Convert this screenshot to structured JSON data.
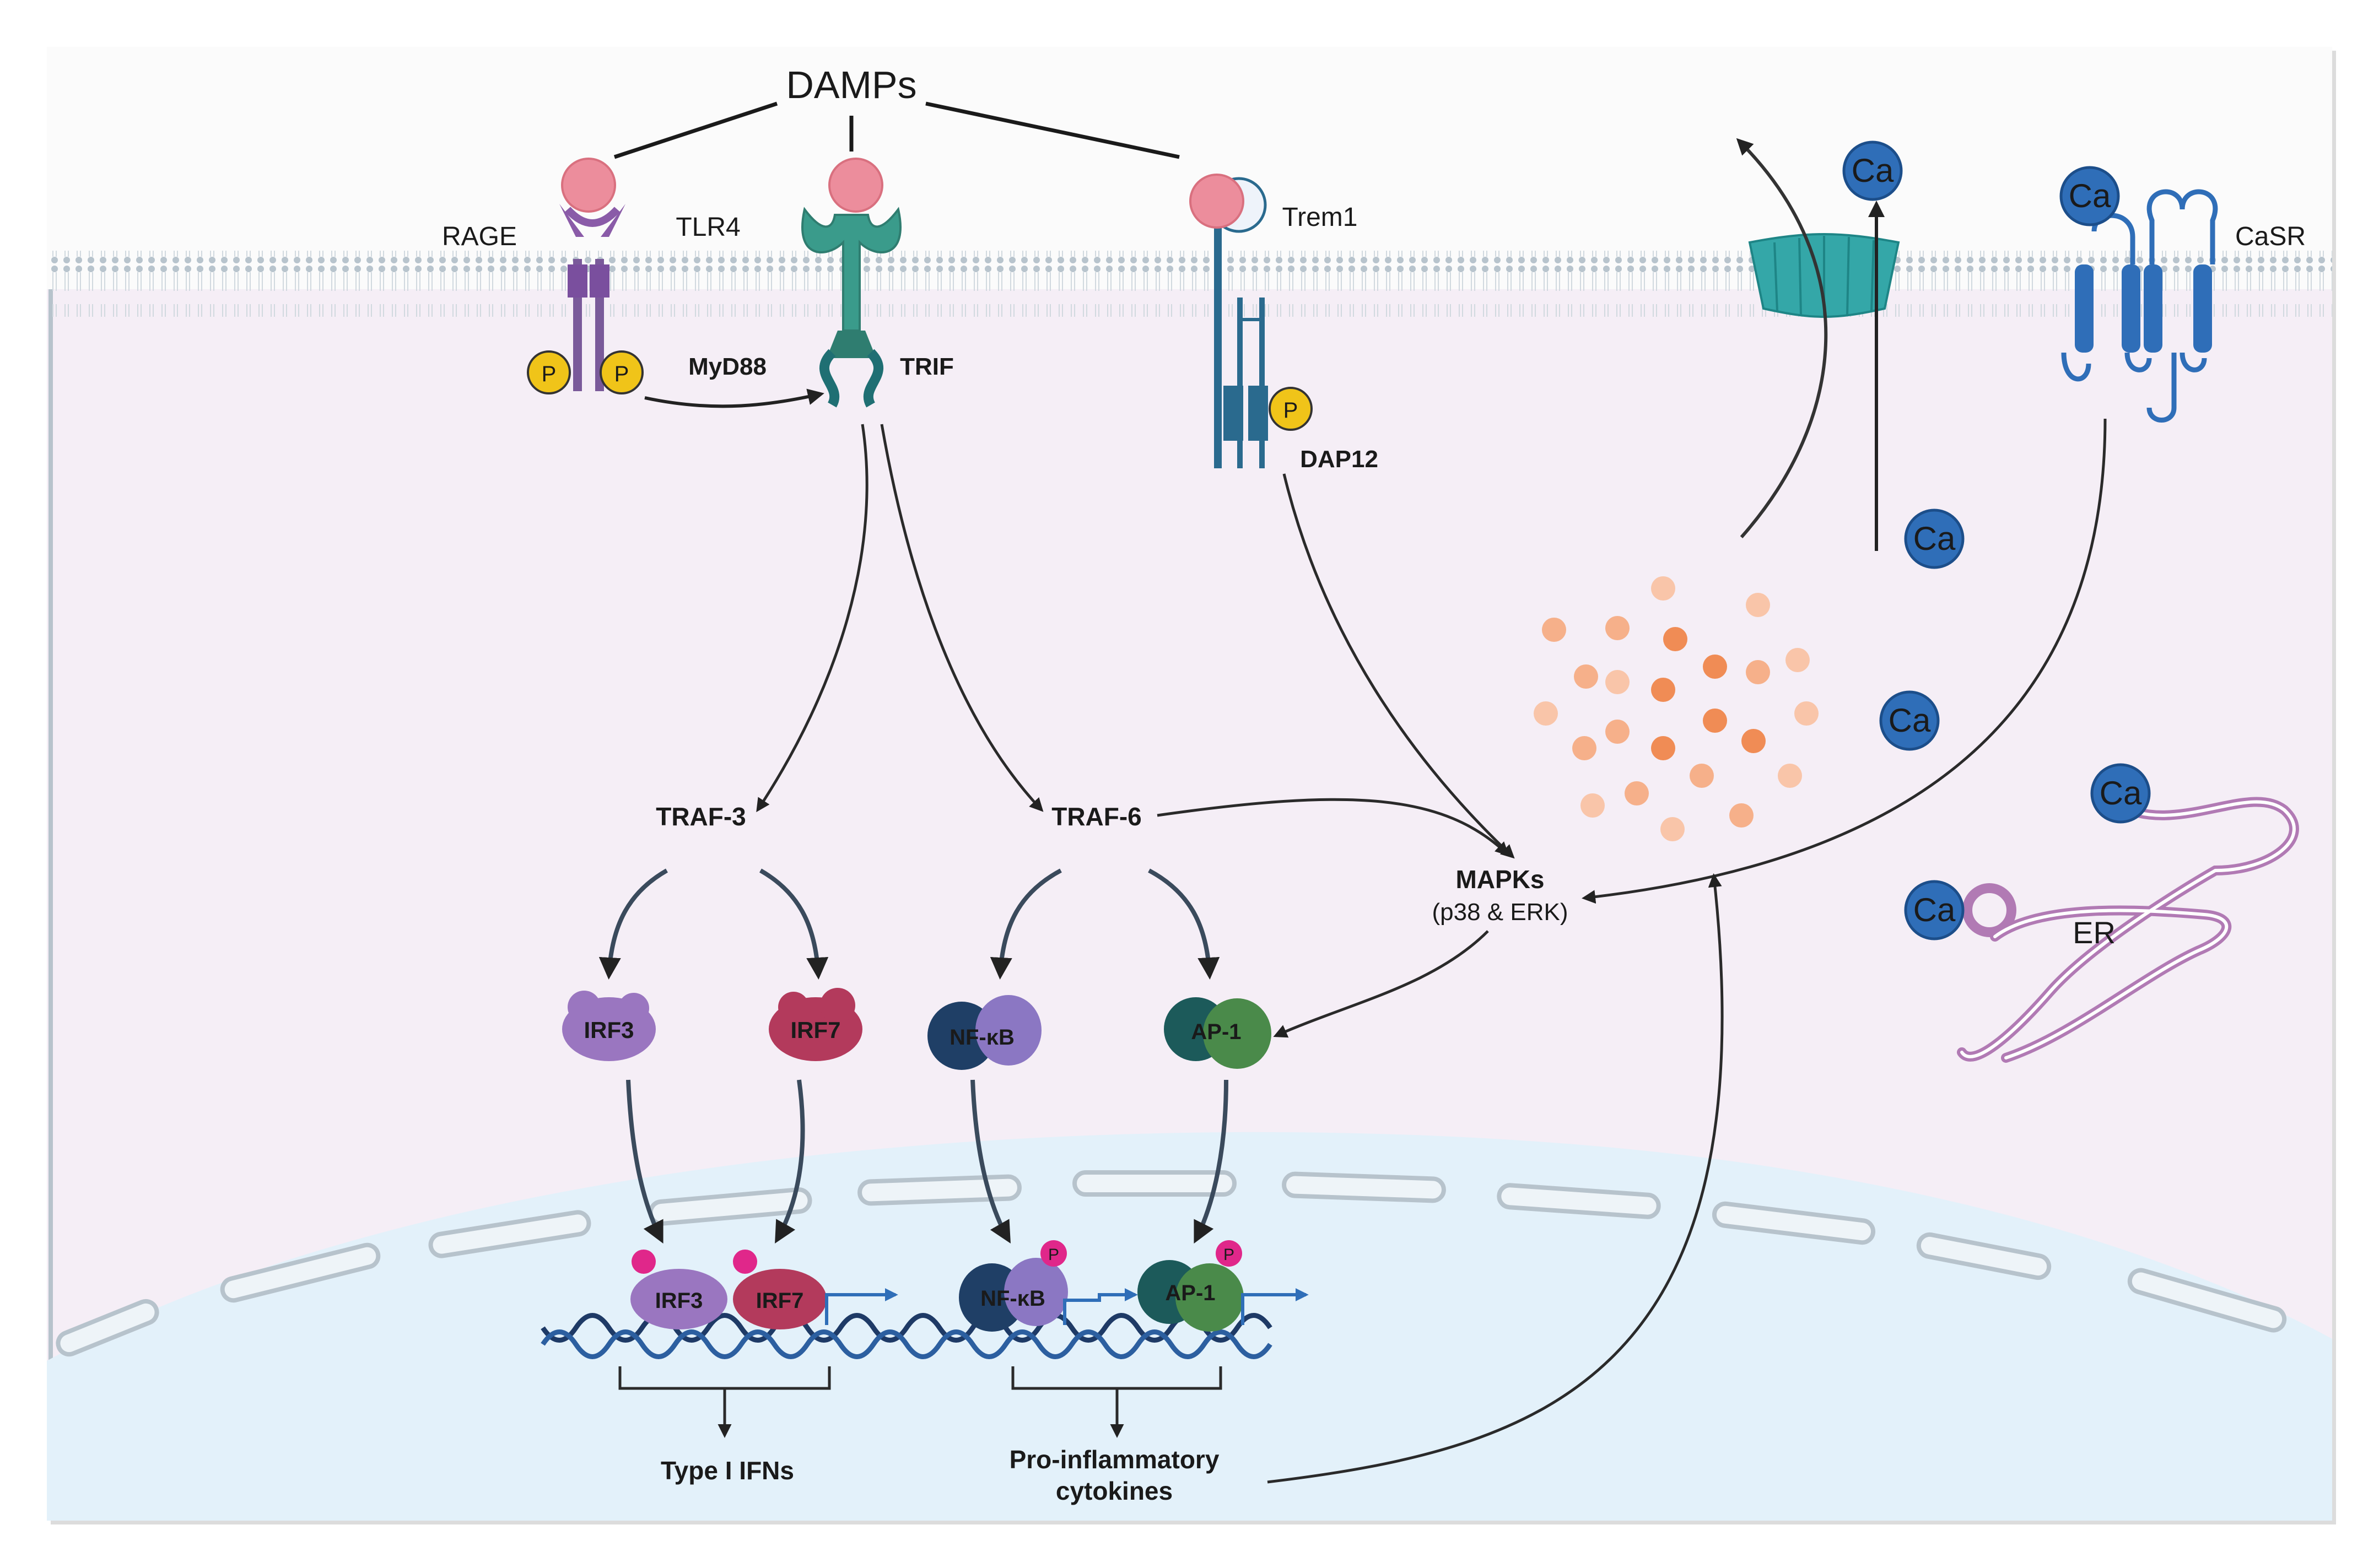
{
  "ligand": {
    "title": "DAMPs"
  },
  "receptors": {
    "rage": "RAGE",
    "tlr4": "TLR4",
    "trem1": "Trem1",
    "casr": "CaSR"
  },
  "adaptors": {
    "myd88": "MyD88",
    "trif": "TRIF",
    "dap12": "DAP12",
    "phospho": "P"
  },
  "signaling": {
    "traf3": "TRAF-3",
    "traf6": "TRAF-6",
    "mapks_line1": "MAPKs",
    "mapks_line2": "(p38 & ERK)"
  },
  "transcription_factors": {
    "irf3": "IRF3",
    "irf7": "IRF7",
    "nfkb": "NF-κB",
    "ap1": "AP-1",
    "phospho_small": "P"
  },
  "outputs": {
    "ifn": "Type I IFNs",
    "cyto_line1": "Pro-inflammatory",
    "cyto_line2": "cytokines"
  },
  "calcium": {
    "ion": "Ca",
    "er": "ER"
  },
  "colors": {
    "cytoplasm": "#f5eef6",
    "nucleus": "#e3f1fa",
    "membrane": "#b7c3cc",
    "ca_ion": "#2f6eb8",
    "damp_ball": "#ec8d9c",
    "tlr4": "#3a9b8b",
    "rage": "#8a5ba8",
    "dap12": "#2a6a8e",
    "casr": "#2f6eb8",
    "channel": "#34a7a8",
    "irf3": "#9a76c0",
    "irf7": "#b33a5c",
    "nfkb_dark": "#1f3f66",
    "nfkb_light": "#8b77c3",
    "ap1_dark": "#1c5a5a",
    "ap1_light": "#4a8a4a",
    "er": "#b17ab4",
    "granule": "#f3a173",
    "phospho": "#f0c419",
    "phospho_pink": "#e0278a"
  }
}
